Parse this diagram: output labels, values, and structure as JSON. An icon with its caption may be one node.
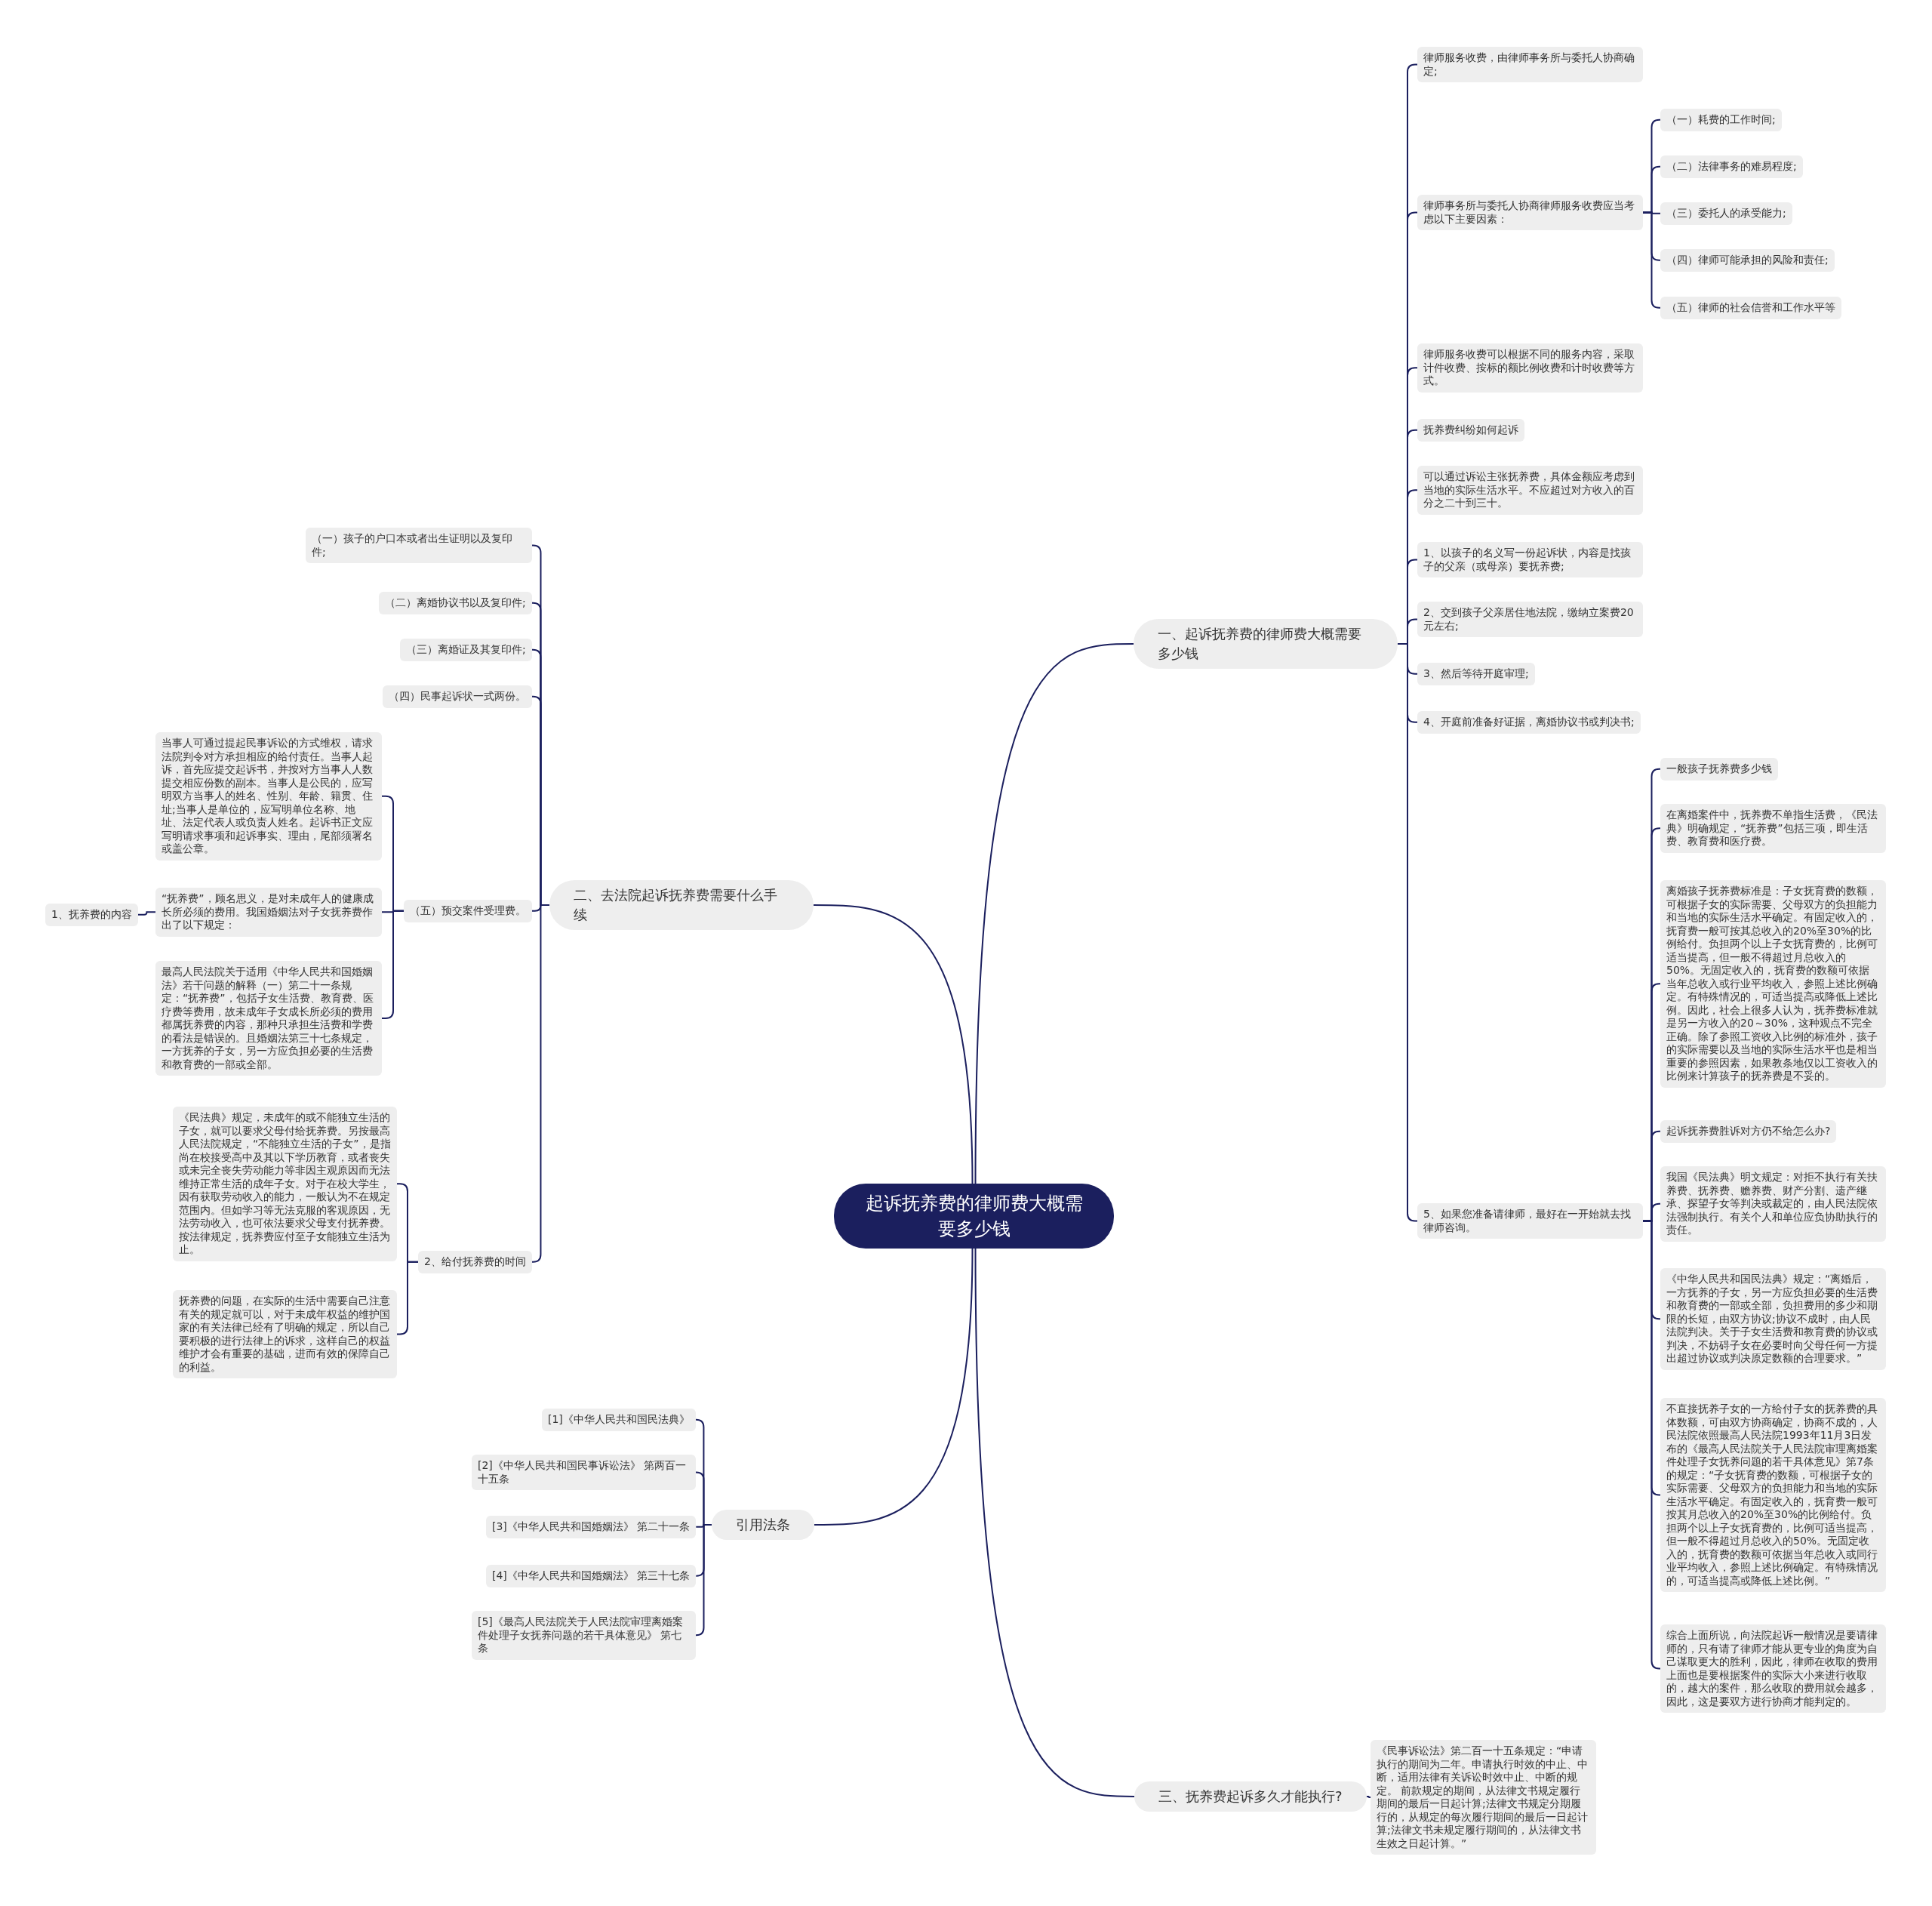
{
  "diagram": {
    "nodes": [
      {
        "text": [
          "起诉抚养费的律师费大概需要多少钱"
        ]
      },
      {
        "text": [
          "一、起诉抚养费的律师费大概需要多少钱"
        ]
      },
      {
        "text": [
          "律师服务收费，由律师事务所与委托人协商确定;"
        ]
      },
      {
        "text": [
          "律师事务所与委托人协商律师服务收费应当考虑以下主要因素："
        ]
      },
      {
        "text": [
          "（一）耗费的工作时间;"
        ]
      },
      {
        "text": [
          "（二）法律事务的难易程度;"
        ]
      },
      {
        "text": [
          "（三）委托人的承受能力;"
        ]
      },
      {
        "text": [
          "（四）律师可能承担的风险和责任;"
        ]
      },
      {
        "text": [
          "（五）律师的社会信誉和工作水平等"
        ]
      },
      {
        "text": [
          "律师服务收费可以根据不同的服务内容，采取计件收费、按标的额比例收费和计时收费等方式。"
        ]
      },
      {
        "text": [
          "抚养费纠纷如何起诉"
        ]
      },
      {
        "text": [
          "可以通过诉讼主张抚养费，具体金额应考虑到当地的实际生活水平。不应超过对方收入的百分之二十到三十。"
        ]
      },
      {
        "text": [
          "1、以孩子的名义写一份起诉状，内容是找孩子的父亲（或母亲）要抚养费;"
        ]
      },
      {
        "text": [
          "2、交到孩子父亲居住地法院，缴纳立案费20元左右;"
        ]
      },
      {
        "text": [
          "3、然后等待开庭审理;"
        ]
      },
      {
        "text": [
          "4、开庭前准备好证据，离婚协议书或判决书;"
        ]
      },
      {
        "text": [
          "5、如果您准备请律师，最好在一开始就去找律师咨询。"
        ]
      },
      {
        "text": [
          "一般孩子抚养费多少钱"
        ]
      },
      {
        "text": [
          "在离婚案件中，抚养费不单指生活费，《民法典》明确规定，“抚养费”包括三项，即生活费、教育费和医疗费。"
        ]
      },
      {
        "text": [
          "离婚孩子抚养费标准是：子女抚育费的数额，可根据子女的实际需要、父母双方的负担能力和当地的实际生活水平确定。有固定收入的，抚育费一般可按其总收入的20%至30%的比例给付。负担两个以上子女抚育费的，比例可适当提高，但一般不得超过月总收入的50%。无固定收入的，抚育费的数额可依据当年总收入或行业平均收入，参照上述比例确定。有特殊情况的，可适当提高或降低上述比例。因此，社会上很多人认为，抚养费标准就是另一方收入的20～30%，这种观点不完全正确。除了参照工资收入比例的标准外，孩子的实际需要以及当地的实际生活水平也是相当重要的参照因素，如果教条地仅以工资收入的比例来计算孩子的抚养费是不妥的。"
        ]
      },
      {
        "text": [
          "起诉抚养费胜诉对方仍不给怎么办?"
        ]
      },
      {
        "text": [
          "我国《民法典》明文规定：对拒不执行有关扶养费、抚养费、赡养费、财产分割、遗产继承、探望子女等判决或裁定的，由人民法院依法强制执行。有关个人和单位应负协助执行的责任。"
        ]
      },
      {
        "text": [
          "《中华人民共和国民法典》规定：“离婚后，一方抚养的子女，另一方应负担必要的生活费和教育费的一部或全部，负担费用的多少和期限的长短，由双方协议;协议不成时，由人民法院判决。关于子女生活费和教育费的协议或判决，不妨碍子女在必要时向父母任何一方提出超过协议或判决原定数额的合理要求。”"
        ]
      },
      {
        "text": [
          "不直接抚养子女的一方给付子女的抚养费的具体数额，可由双方协商确定，协商不成的，人民法院依照最高人民法院1993年11月3日发布的《最高人民法院关于人民法院审理离婚案件处理子女抚养问题的若干具体意见》第7条的规定：“子女抚育费的数额，可根据子女的实际需要、父母双方的负担能力和当地的实际生活水平确定。有固定收入的，抚育费一般可按其月总收入的20%至30%的比例给付。负担两个以上子女抚育费的，比例可适当提高，但一般不得超过月总收入的50%。无固定收入的，抚育费的数额可依据当年总收入或同行业平均收入，参照上述比例确定。有特殊情况的，可适当提高或降低上述比例。”"
        ]
      },
      {
        "text": [
          "综合上面所说，向法院起诉一般情况是要请律师的，只有请了律师才能从更专业的角度为自己谋取更大的胜利，因此，律师在收取的费用上面也是要根据案件的实际大小来进行收取的，越大的案件，那么收取的费用就会越多，因此，这是要双方进行协商才能判定的。"
        ]
      },
      {
        "text": [
          "三、抚养费起诉多久才能执行?"
        ]
      },
      {
        "text": [
          "《民事诉讼法》第二百一十五条规定：“申请执行的期间为二年。申请执行时效的中止、中断，适用法律有关诉讼时效中止、中断的规定。 前款规定的期间，从法律文书规定履行期间的最后一日起计算;法律文书规定分期履行的，从规定的每次履行期间的最后一日起计算;法律文书未规定履行期间的，从法律文书生效之日起计算。”"
        ]
      },
      {
        "text": [
          "二、去法院起诉抚养费需要什么手续"
        ]
      },
      {
        "text": [
          "（一）孩子的户口本或者出生证明以及复印件;"
        ]
      },
      {
        "text": [
          "（二）离婚协议书以及复印件;"
        ]
      },
      {
        "text": [
          "（三）离婚证及其复印件;"
        ]
      },
      {
        "text": [
          "（四）民事起诉状一式两份。"
        ]
      },
      {
        "text": [
          "（五）预交案件受理费。"
        ]
      },
      {
        "text": [
          "当事人可通过提起民事诉讼的方式维权，请求法院判令对方承担相应的给付责任。当事人起诉，首先应提交起诉书，并按对方当事人人数提交相应份数的副本。当事人是公民的，应写明双方当事人的姓名、性别、年龄、籍贯、住址;当事人是单位的，应写明单位名称、地址、法定代表人或负责人姓名。起诉书正文应写明请求事项和起诉事实、理由，尾部须署名或盖公章。"
        ]
      },
      {
        "text": [
          "“抚养费”，顾名思义，是对未成年人的健康成长所必须的费用。我国婚姻法对子女抚养费作出了以下规定："
        ]
      },
      {
        "text": [
          "1、抚养费的内容"
        ]
      },
      {
        "text": [
          "最高人民法院关于适用《中华人民共和国婚姻法》若干问题的解释（一）第二十一条规定：“抚养费”，包括子女生活费、教育费、医疗费等费用，故未成年子女成长所必须的费用都属抚养费的内容，那种只承担生活费和学费的看法是错误的。且婚姻法第三十七条规定，一方抚养的子女，另一方应负担必要的生活费和教育费的一部或全部。"
        ]
      },
      {
        "text": [
          "2、给付抚养费的时间"
        ]
      },
      {
        "text": [
          "《民法典》规定，未成年的或不能独立生活的子女，就可以要求父母付给抚养费。另按最高人民法院规定，“不能独立生活的子女”，是指尚在校接受高中及其以下学历教育，或者丧失或未完全丧失劳动能力等非因主观原因而无法维持正常生活的成年子女。对于在校大学生，因有获取劳动收入的能力，一般认为不在规定范围内。但如学习等无法克服的客观原因，无法劳动收入，也可依法要求父母支付抚养费。按法律规定，抚养费应付至子女能独立生活为止。"
        ]
      },
      {
        "text": [
          "抚养费的问题，在实际的生活中需要自己注意有关的规定就可以，对于未成年权益的维护国家的有关法律已经有了明确的规定，所以自己要积极的进行法律上的诉求，这样自己的权益维护才会有重要的基础，进而有效的保障自己的利益。"
        ]
      },
      {
        "text": [
          "引用法条"
        ]
      },
      {
        "text": [
          "[1]《中华人民共和国民法典》"
        ]
      },
      {
        "text": [
          "[2]《中华人民共和国民事诉讼法》 第两百一十五条"
        ]
      },
      {
        "text": [
          "[3]《中华人民共和国婚姻法》 第二十一条"
        ]
      },
      {
        "text": [
          "[4]《中华人民共和国婚姻法》 第三十七条"
        ]
      },
      {
        "text": [
          "[5]《最高人民法院关于人民法院审理离婚案件处理子女抚养问题的若干具体意见》 第七条"
        ]
      }
    ],
    "edges": [
      {
        "from": 0,
        "to": 1,
        "arrow": "none"
      },
      {
        "from": 1,
        "to": 2,
        "arrow": "none"
      },
      {
        "from": 1,
        "to": 3,
        "arrow": "none"
      },
      {
        "from": 3,
        "to": 4,
        "arrow": "none"
      },
      {
        "from": 3,
        "to": 5,
        "arrow": "none"
      },
      {
        "from": 3,
        "to": 6,
        "arrow": "none"
      },
      {
        "from": 3,
        "to": 7,
        "arrow": "none"
      },
      {
        "from": 3,
        "to": 8,
        "arrow": "none"
      },
      {
        "from": 1,
        "to": 9,
        "arrow": "none"
      },
      {
        "from": 1,
        "to": 10,
        "arrow": "none"
      },
      {
        "from": 1,
        "to": 11,
        "arrow": "none"
      },
      {
        "from": 1,
        "to": 12,
        "arrow": "none"
      },
      {
        "from": 1,
        "to": 13,
        "arrow": "none"
      },
      {
        "from": 1,
        "to": 14,
        "arrow": "none"
      },
      {
        "from": 1,
        "to": 15,
        "arrow": "none"
      },
      {
        "from": 1,
        "to": 16,
        "arrow": "none"
      },
      {
        "from": 16,
        "to": 17,
        "arrow": "none"
      },
      {
        "from": 16,
        "to": 18,
        "arrow": "none"
      },
      {
        "from": 16,
        "to": 19,
        "arrow": "none"
      },
      {
        "from": 16,
        "to": 20,
        "arrow": "none"
      },
      {
        "from": 16,
        "to": 21,
        "arrow": "none"
      },
      {
        "from": 16,
        "to": 22,
        "arrow": "none"
      },
      {
        "from": 16,
        "to": 23,
        "arrow": "none"
      },
      {
        "from": 16,
        "to": 24,
        "arrow": "none"
      },
      {
        "from": 0,
        "to": 25,
        "arrow": "none"
      },
      {
        "from": 25,
        "to": 26,
        "arrow": "none"
      },
      {
        "from": 0,
        "to": 27,
        "arrow": "none"
      },
      {
        "from": 27,
        "to": 28,
        "arrow": "none"
      },
      {
        "from": 27,
        "to": 29,
        "arrow": "none"
      },
      {
        "from": 27,
        "to": 30,
        "arrow": "none"
      },
      {
        "from": 27,
        "to": 31,
        "arrow": "none"
      },
      {
        "from": 27,
        "to": 32,
        "arrow": "none"
      },
      {
        "from": 32,
        "to": 33,
        "arrow": "none"
      },
      {
        "from": 32,
        "to": 34,
        "arrow": "none"
      },
      {
        "from": 34,
        "to": 35,
        "arrow": "none"
      },
      {
        "from": 32,
        "to": 36,
        "arrow": "none"
      },
      {
        "from": 27,
        "to": 37,
        "arrow": "none"
      },
      {
        "from": 37,
        "to": 38,
        "arrow": "none"
      },
      {
        "from": 37,
        "to": 39,
        "arrow": "none"
      },
      {
        "from": 0,
        "to": 40,
        "arrow": "none"
      },
      {
        "from": 40,
        "to": 41,
        "arrow": "none"
      },
      {
        "from": 40,
        "to": 42,
        "arrow": "none"
      },
      {
        "from": 40,
        "to": 43,
        "arrow": "none"
      },
      {
        "from": 40,
        "to": 44,
        "arrow": "none"
      },
      {
        "from": 40,
        "to": 45,
        "arrow": "none"
      }
    ]
  }
}
